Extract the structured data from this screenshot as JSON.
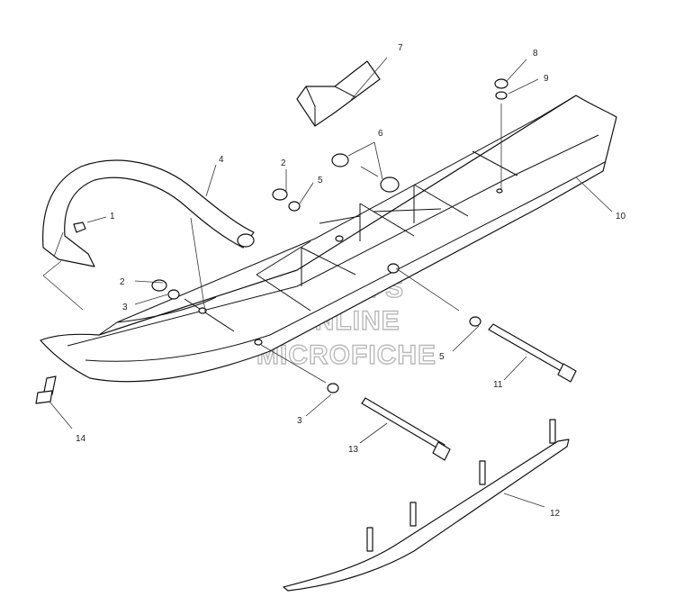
{
  "watermark": {
    "lines": [
      "HISM'S",
      "ONLINE",
      "MICROFICHE"
    ]
  },
  "callouts": [
    {
      "id": "c1",
      "label": "1"
    },
    {
      "id": "c2a",
      "label": "2"
    },
    {
      "id": "c2b",
      "label": "2"
    },
    {
      "id": "c3a",
      "label": "3"
    },
    {
      "id": "c3b",
      "label": "3"
    },
    {
      "id": "c4",
      "label": "4"
    },
    {
      "id": "c5a",
      "label": "5"
    },
    {
      "id": "c5b",
      "label": "5"
    },
    {
      "id": "c6",
      "label": "6"
    },
    {
      "id": "c7",
      "label": "7"
    },
    {
      "id": "c8",
      "label": "8"
    },
    {
      "id": "c9",
      "label": "9"
    },
    {
      "id": "c10",
      "label": "10"
    },
    {
      "id": "c11",
      "label": "11"
    },
    {
      "id": "c12",
      "label": "12"
    },
    {
      "id": "c13",
      "label": "13"
    },
    {
      "id": "c14",
      "label": "14"
    }
  ]
}
